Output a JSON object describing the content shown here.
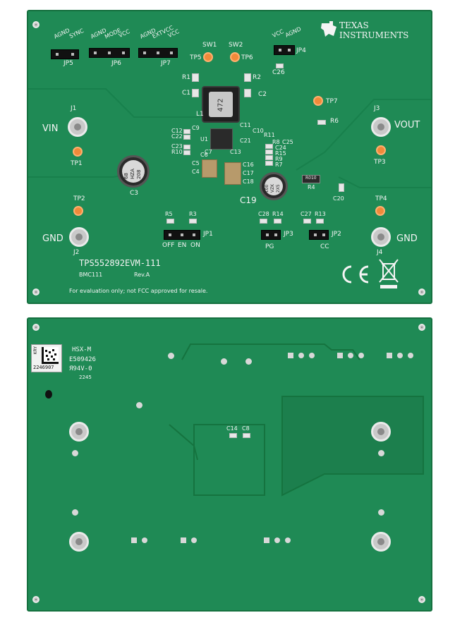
{
  "top": {
    "vendor_line1": "TEXAS",
    "vendor_line2": "INSTRUMENTS",
    "part_number": "TPS552892EVM-111",
    "board_code": "BMC111",
    "revision": "Rev.A",
    "disclaimer": "For evaluation only; not FCC approved for resale.",
    "conn_vin": "VIN",
    "conn_vout": "VOUT",
    "conn_gnd_left": "GND",
    "conn_gnd_right": "GND",
    "jumpers": {
      "jp5": {
        "id": "JP5",
        "labels": [
          "AGND",
          "SYNC"
        ]
      },
      "jp6": {
        "id": "JP6",
        "labels": [
          "AGND",
          "MODE",
          "VCC"
        ]
      },
      "jp7": {
        "id": "JP7",
        "labels": [
          "AGND",
          "EXTVCC",
          "VCC"
        ]
      },
      "jp4": {
        "id": "JP4",
        "labels": [
          "VCC",
          "AGND"
        ]
      },
      "jp1": {
        "id": "JP1",
        "labels": [
          "OFF",
          "EN",
          "ON"
        ]
      },
      "jp3": {
        "id": "JP3",
        "label": "PG"
      },
      "jp2": {
        "id": "JP2",
        "label": "CC"
      }
    },
    "refs": {
      "j1": "J1",
      "j2": "J2",
      "j3": "J3",
      "j4": "J4",
      "tp1": "TP1",
      "tp2": "TP2",
      "tp3": "TP3",
      "tp4": "TP4",
      "tp5": "TP5",
      "tp6": "TP6",
      "tp7": "TP7",
      "sw1": "SW1",
      "sw2": "SW2",
      "r1": "R1",
      "r2": "R2",
      "r3": "R3",
      "r4": "R4",
      "r5": "R5",
      "r6": "R6",
      "r7": "R7",
      "r8": "R8",
      "r9": "R9",
      "r10": "R10",
      "r13": "R13",
      "r14": "R14",
      "r15": "R15",
      "c1": "C1",
      "c2": "C2",
      "c3": "C3",
      "c4": "C4",
      "c5": "C5",
      "c6": "C6",
      "c7": "C7",
      "c9": "C9",
      "c10": "C10",
      "c11": "C11",
      "c12": "C12",
      "c13": "C13",
      "c16": "C16",
      "c17": "C17",
      "c18": "C18",
      "c19": "C19",
      "c20": "C20",
      "c21": "C21",
      "c22": "C22",
      "c23": "C23",
      "c24": "C24",
      "c25": "C25",
      "c26": "C26",
      "c27": "C27",
      "c28": "C28",
      "l1": "L1",
      "u1": "U1"
    },
    "inductor_marking": "472",
    "c3_marking": [
      "68",
      "HZA",
      "208"
    ],
    "c19_marking": [
      "100",
      "VZK",
      "2X5"
    ],
    "r4_marking": "R010"
  },
  "bottom": {
    "marking_line1": "HSX-M",
    "marking_line2": "E509426",
    "marking_line3": "94V-0",
    "marking_line4": "2245",
    "qr_label": "KRY",
    "qr_number": "2246907",
    "ref_c14": "C14",
    "ref_c8": "C8"
  }
}
